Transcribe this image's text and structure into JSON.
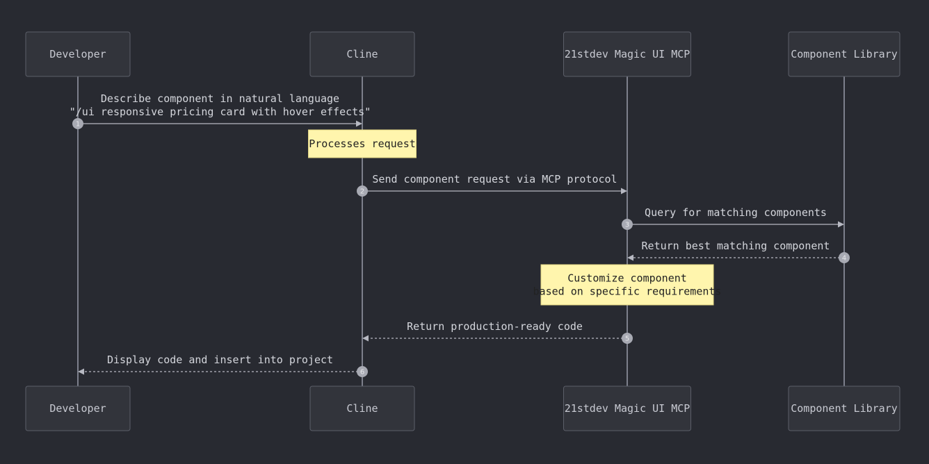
{
  "actors": [
    {
      "id": "developer",
      "label": "Developer"
    },
    {
      "id": "cline",
      "label": "Cline"
    },
    {
      "id": "magic",
      "label": "21stdev Magic UI MCP"
    },
    {
      "id": "library",
      "label": "Component Library"
    }
  ],
  "messages": [
    {
      "seq": "1",
      "from": "developer",
      "to": "cline",
      "style": "solid",
      "lines": [
        "Describe component in natural language",
        "\"/ui responsive pricing card with hover effects\""
      ]
    },
    {
      "seq": "2",
      "from": "cline",
      "to": "magic",
      "style": "solid",
      "lines": [
        "Send component request via MCP protocol"
      ]
    },
    {
      "seq": "3",
      "from": "magic",
      "to": "library",
      "style": "solid",
      "lines": [
        "Query for matching components"
      ]
    },
    {
      "seq": "4",
      "from": "library",
      "to": "magic",
      "style": "dashed",
      "lines": [
        "Return best matching component"
      ]
    },
    {
      "seq": "5",
      "from": "magic",
      "to": "cline",
      "style": "dashed",
      "lines": [
        "Return production-ready code"
      ]
    },
    {
      "seq": "6",
      "from": "cline",
      "to": "developer",
      "style": "dashed",
      "lines": [
        "Display code and insert into project"
      ]
    }
  ],
  "notes": [
    {
      "over": "cline",
      "lines": [
        "Processes request"
      ]
    },
    {
      "over": "magic",
      "lines": [
        "Customize component",
        "based on specific requirements"
      ]
    }
  ],
  "colors": {
    "background": "#282a31",
    "actor_fill": "#32343b",
    "note_fill": "#fff5ad"
  }
}
